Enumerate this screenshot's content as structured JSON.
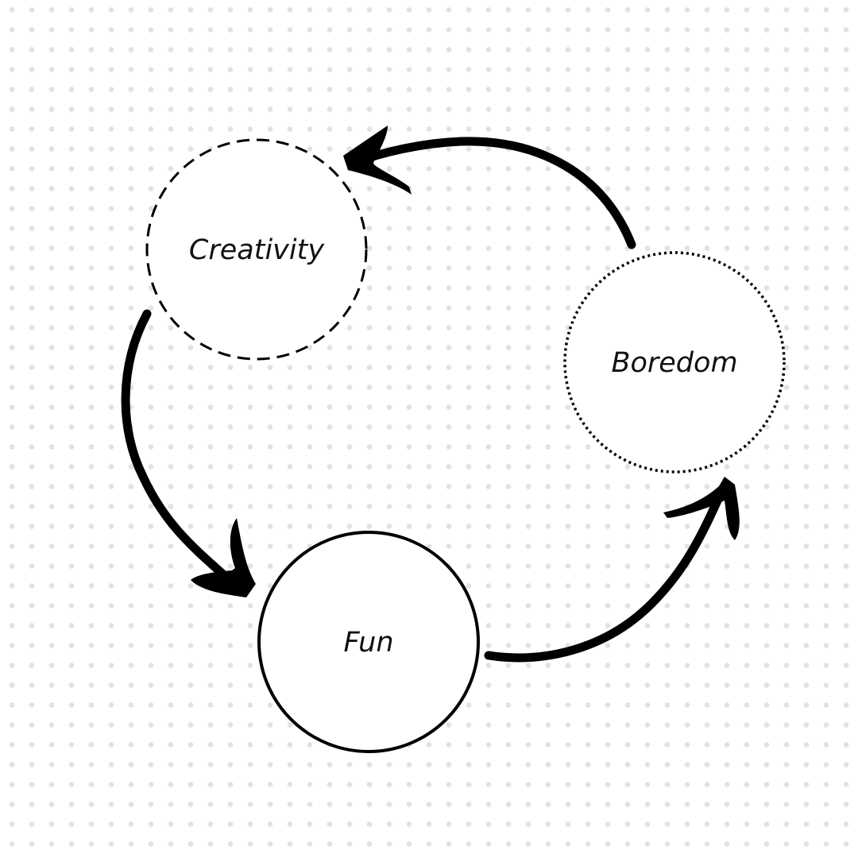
{
  "nodes": [
    {
      "id": "creativity",
      "label": "Creativity",
      "border": "dashed"
    },
    {
      "id": "boredom",
      "label": "Boredom",
      "border": "dotted"
    },
    {
      "id": "fun",
      "label": "Fun",
      "border": "solid"
    }
  ],
  "edges": [
    {
      "from": "boredom",
      "to": "creativity"
    },
    {
      "from": "creativity",
      "to": "fun"
    },
    {
      "from": "fun",
      "to": "boredom"
    }
  ],
  "colors": {
    "stroke": "#000000",
    "dots": "#e0e2e9",
    "background": "#ffffff"
  }
}
